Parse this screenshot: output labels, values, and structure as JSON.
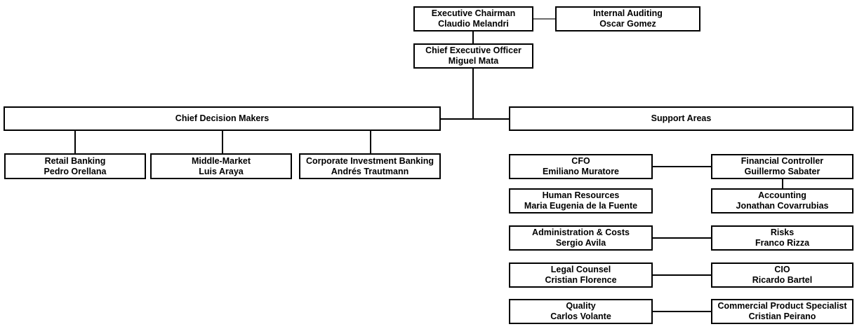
{
  "chart": {
    "type": "organizational-chart",
    "nodes": {
      "executive_chairman": {
        "title": "Executive Chairman",
        "person": "Claudio Melandri"
      },
      "internal_auditing": {
        "title": "Internal Auditing",
        "person": "Oscar Gomez"
      },
      "ceo": {
        "title": "Chief Executive Officer",
        "person": "Miguel Mata"
      },
      "chief_decision_makers": {
        "title": "Chief Decision Makers"
      },
      "support_areas": {
        "title": "Support Areas"
      },
      "retail_banking": {
        "title": "Retail Banking",
        "person": "Pedro Orellana"
      },
      "middle_market": {
        "title": "Middle-Market",
        "person": "Luis Araya"
      },
      "corporate_investment_banking": {
        "title": "Corporate Investment Banking",
        "person": "Andrés Trautmann"
      },
      "cfo": {
        "title": "CFO",
        "person": "Emiliano Muratore"
      },
      "financial_controller": {
        "title": "Financial Controller",
        "person": "Guillermo Sabater"
      },
      "human_resources": {
        "title": "Human Resources",
        "person": "Maria Eugenia de la Fuente"
      },
      "accounting": {
        "title": "Accounting",
        "person": "Jonathan Covarrubias"
      },
      "administration_costs": {
        "title": "Administration & Costs",
        "person": "Sergio Avila"
      },
      "risks": {
        "title": "Risks",
        "person": "Franco Rizza"
      },
      "legal_counsel": {
        "title": "Legal Counsel",
        "person": "Cristian Florence"
      },
      "cio": {
        "title": "CIO",
        "person": "Ricardo Bartel"
      },
      "quality": {
        "title": "Quality",
        "person": "Carlos Volante"
      },
      "commercial_product_specialist": {
        "title": "Commercial Product Specialist",
        "person": "Cristian Peirano"
      }
    },
    "colors": {
      "box_border": "#000000",
      "box_fill": "#ffffff",
      "connector": "#000000",
      "connector_secondary": "#6b6b6b",
      "text": "#000000"
    }
  }
}
